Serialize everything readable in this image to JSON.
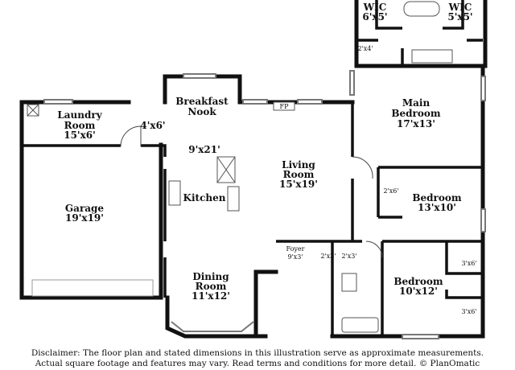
{
  "rooms": {
    "wic_left": {
      "name": "WIC",
      "dim": "6'x5'"
    },
    "wic_right": {
      "name": "WIC",
      "dim": "5'x5'"
    },
    "closet_2x4": {
      "dim": "2'x4'"
    },
    "main_bedroom": {
      "name1": "Main",
      "name2": "Bedroom",
      "dim": "17'x13'"
    },
    "breakfast_nook": {
      "name1": "Breakfast",
      "name2": "Nook"
    },
    "fireplace": {
      "label": "FP"
    },
    "laundry_room": {
      "name1": "Laundry",
      "name2": "Room",
      "dim": "15'x6'"
    },
    "hall_4x6": {
      "dim": "4'x6'"
    },
    "kitchen": {
      "name": "Kitchen",
      "dim": "9'x21'"
    },
    "living_room": {
      "name1": "Living",
      "name2": "Room",
      "dim": "15'x19'"
    },
    "closet_2x6": {
      "dim": "2'x6'"
    },
    "bedroom_2": {
      "name": "Bedroom",
      "dim": "13'x10'"
    },
    "garage": {
      "name": "Garage",
      "dim": "19'x19'"
    },
    "foyer": {
      "name": "Foyer",
      "dim": "9'x3'"
    },
    "closet_2x3a": {
      "dim": "2'x3'"
    },
    "closet_2x3b": {
      "dim": "2'x3'"
    },
    "closet_3x6a": {
      "dim": "3'x6'"
    },
    "closet_3x6b": {
      "dim": "3'x6'"
    },
    "bedroom_3": {
      "name": "Bedroom",
      "dim": "10'x12'"
    },
    "dining_room": {
      "name1": "Dining",
      "name2": "Room",
      "dim": "11'x12'"
    }
  },
  "disclaimer": {
    "line1": "Disclaimer: The floor plan and stated dimensions in this illustration serve as approximate measurements.",
    "line2": "Actual square footage and features may vary. Read terms and conditions for more detail. © PlanOmatic"
  },
  "colors": {
    "wall": "#111111",
    "fixture": "#555555",
    "window": "#888888"
  }
}
